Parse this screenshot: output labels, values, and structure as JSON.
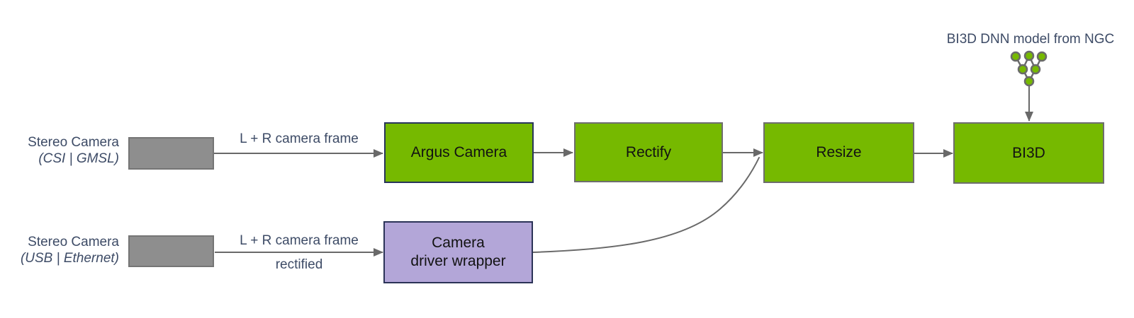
{
  "diagram": {
    "model_source_label": "BI3D DNN model from NGC",
    "inputs": [
      {
        "name": "Stereo Camera",
        "interface": "(CSI | GMSL)",
        "arrow_label": "L + R camera frame",
        "arrow_sublabel": ""
      },
      {
        "name": "Stereo Camera",
        "interface": "(USB | Ethernet)",
        "arrow_label": "L + R camera frame",
        "arrow_sublabel": "rectified"
      }
    ],
    "nodes": [
      {
        "label": "Argus Camera",
        "type": "green"
      },
      {
        "label": "Rectify",
        "type": "green"
      },
      {
        "label": "Resize",
        "type": "green"
      },
      {
        "label": "BI3D",
        "type": "green"
      },
      {
        "label": "Camera driver wrapper",
        "label_lines": [
          "Camera",
          "driver wrapper"
        ],
        "type": "purple"
      }
    ],
    "colors": {
      "node_green": "#76b900",
      "node_purple": "#b3a6d8",
      "camera_gray": "#8e8e8e",
      "border_navy": "#28355b",
      "border_gray": "#6e6e6e",
      "connector_gray": "#696969",
      "label_text": "#3d4b66"
    }
  }
}
